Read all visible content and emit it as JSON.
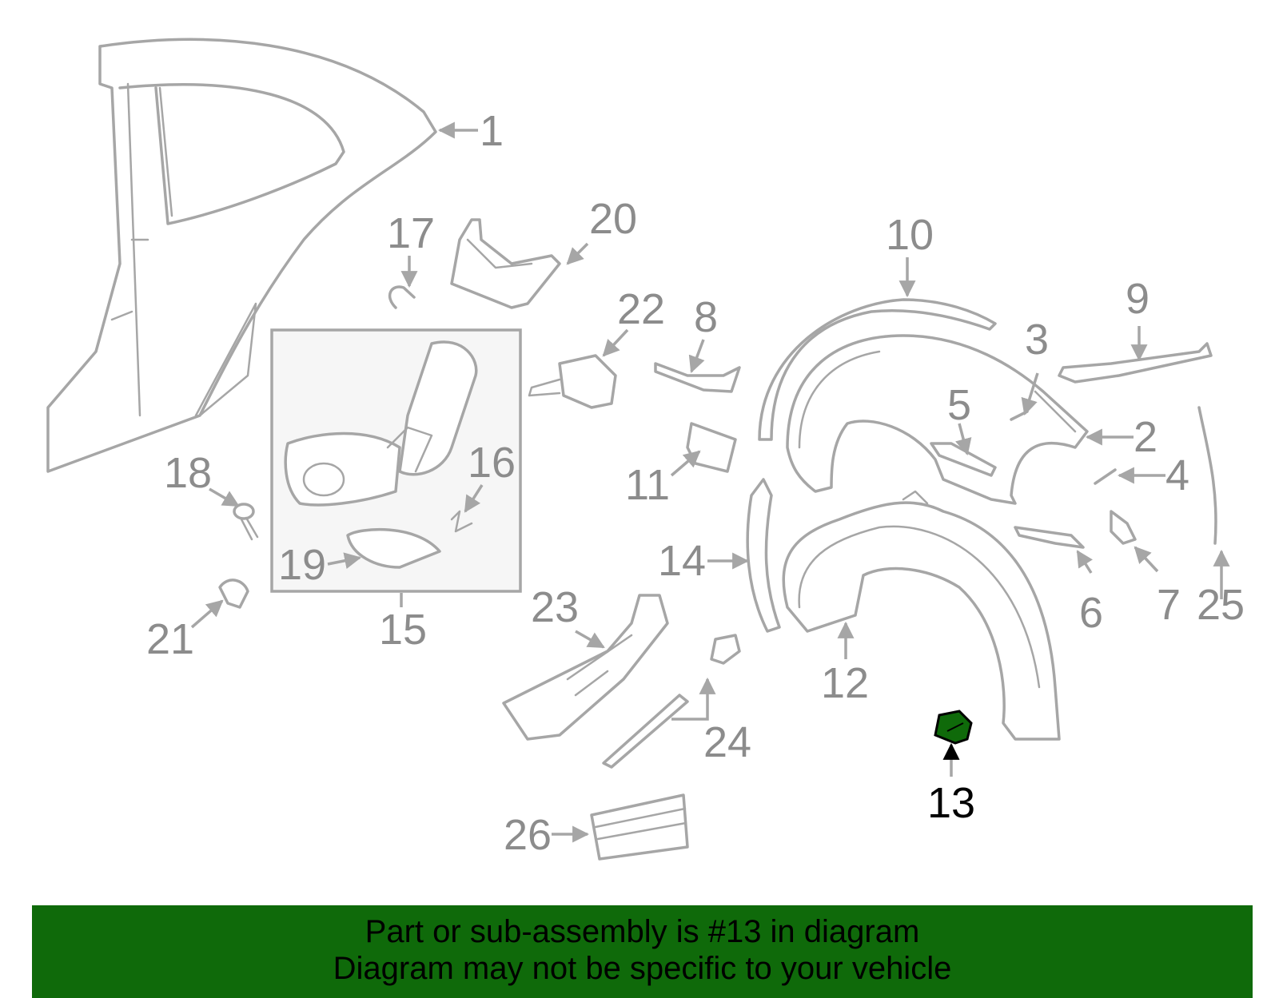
{
  "callouts": {
    "c1": "1",
    "c2": "2",
    "c3": "3",
    "c4": "4",
    "c5": "5",
    "c6": "6",
    "c7": "7",
    "c8": "8",
    "c9": "9",
    "c10": "10",
    "c11": "11",
    "c12": "12",
    "c13": "13",
    "c14": "14",
    "c15": "15",
    "c16": "16",
    "c17": "17",
    "c18": "18",
    "c19": "19",
    "c20": "20",
    "c21": "21",
    "c22": "22",
    "c23": "23",
    "c24": "24",
    "c25": "25",
    "c26": "26"
  },
  "highlight": {
    "part_number": "13",
    "color": "#0f6a0a"
  },
  "banner": {
    "line1": "Part or sub-assembly is #13 in diagram",
    "line2": "Diagram may not be specific to your vehicle",
    "background": "#0f6a0a"
  }
}
